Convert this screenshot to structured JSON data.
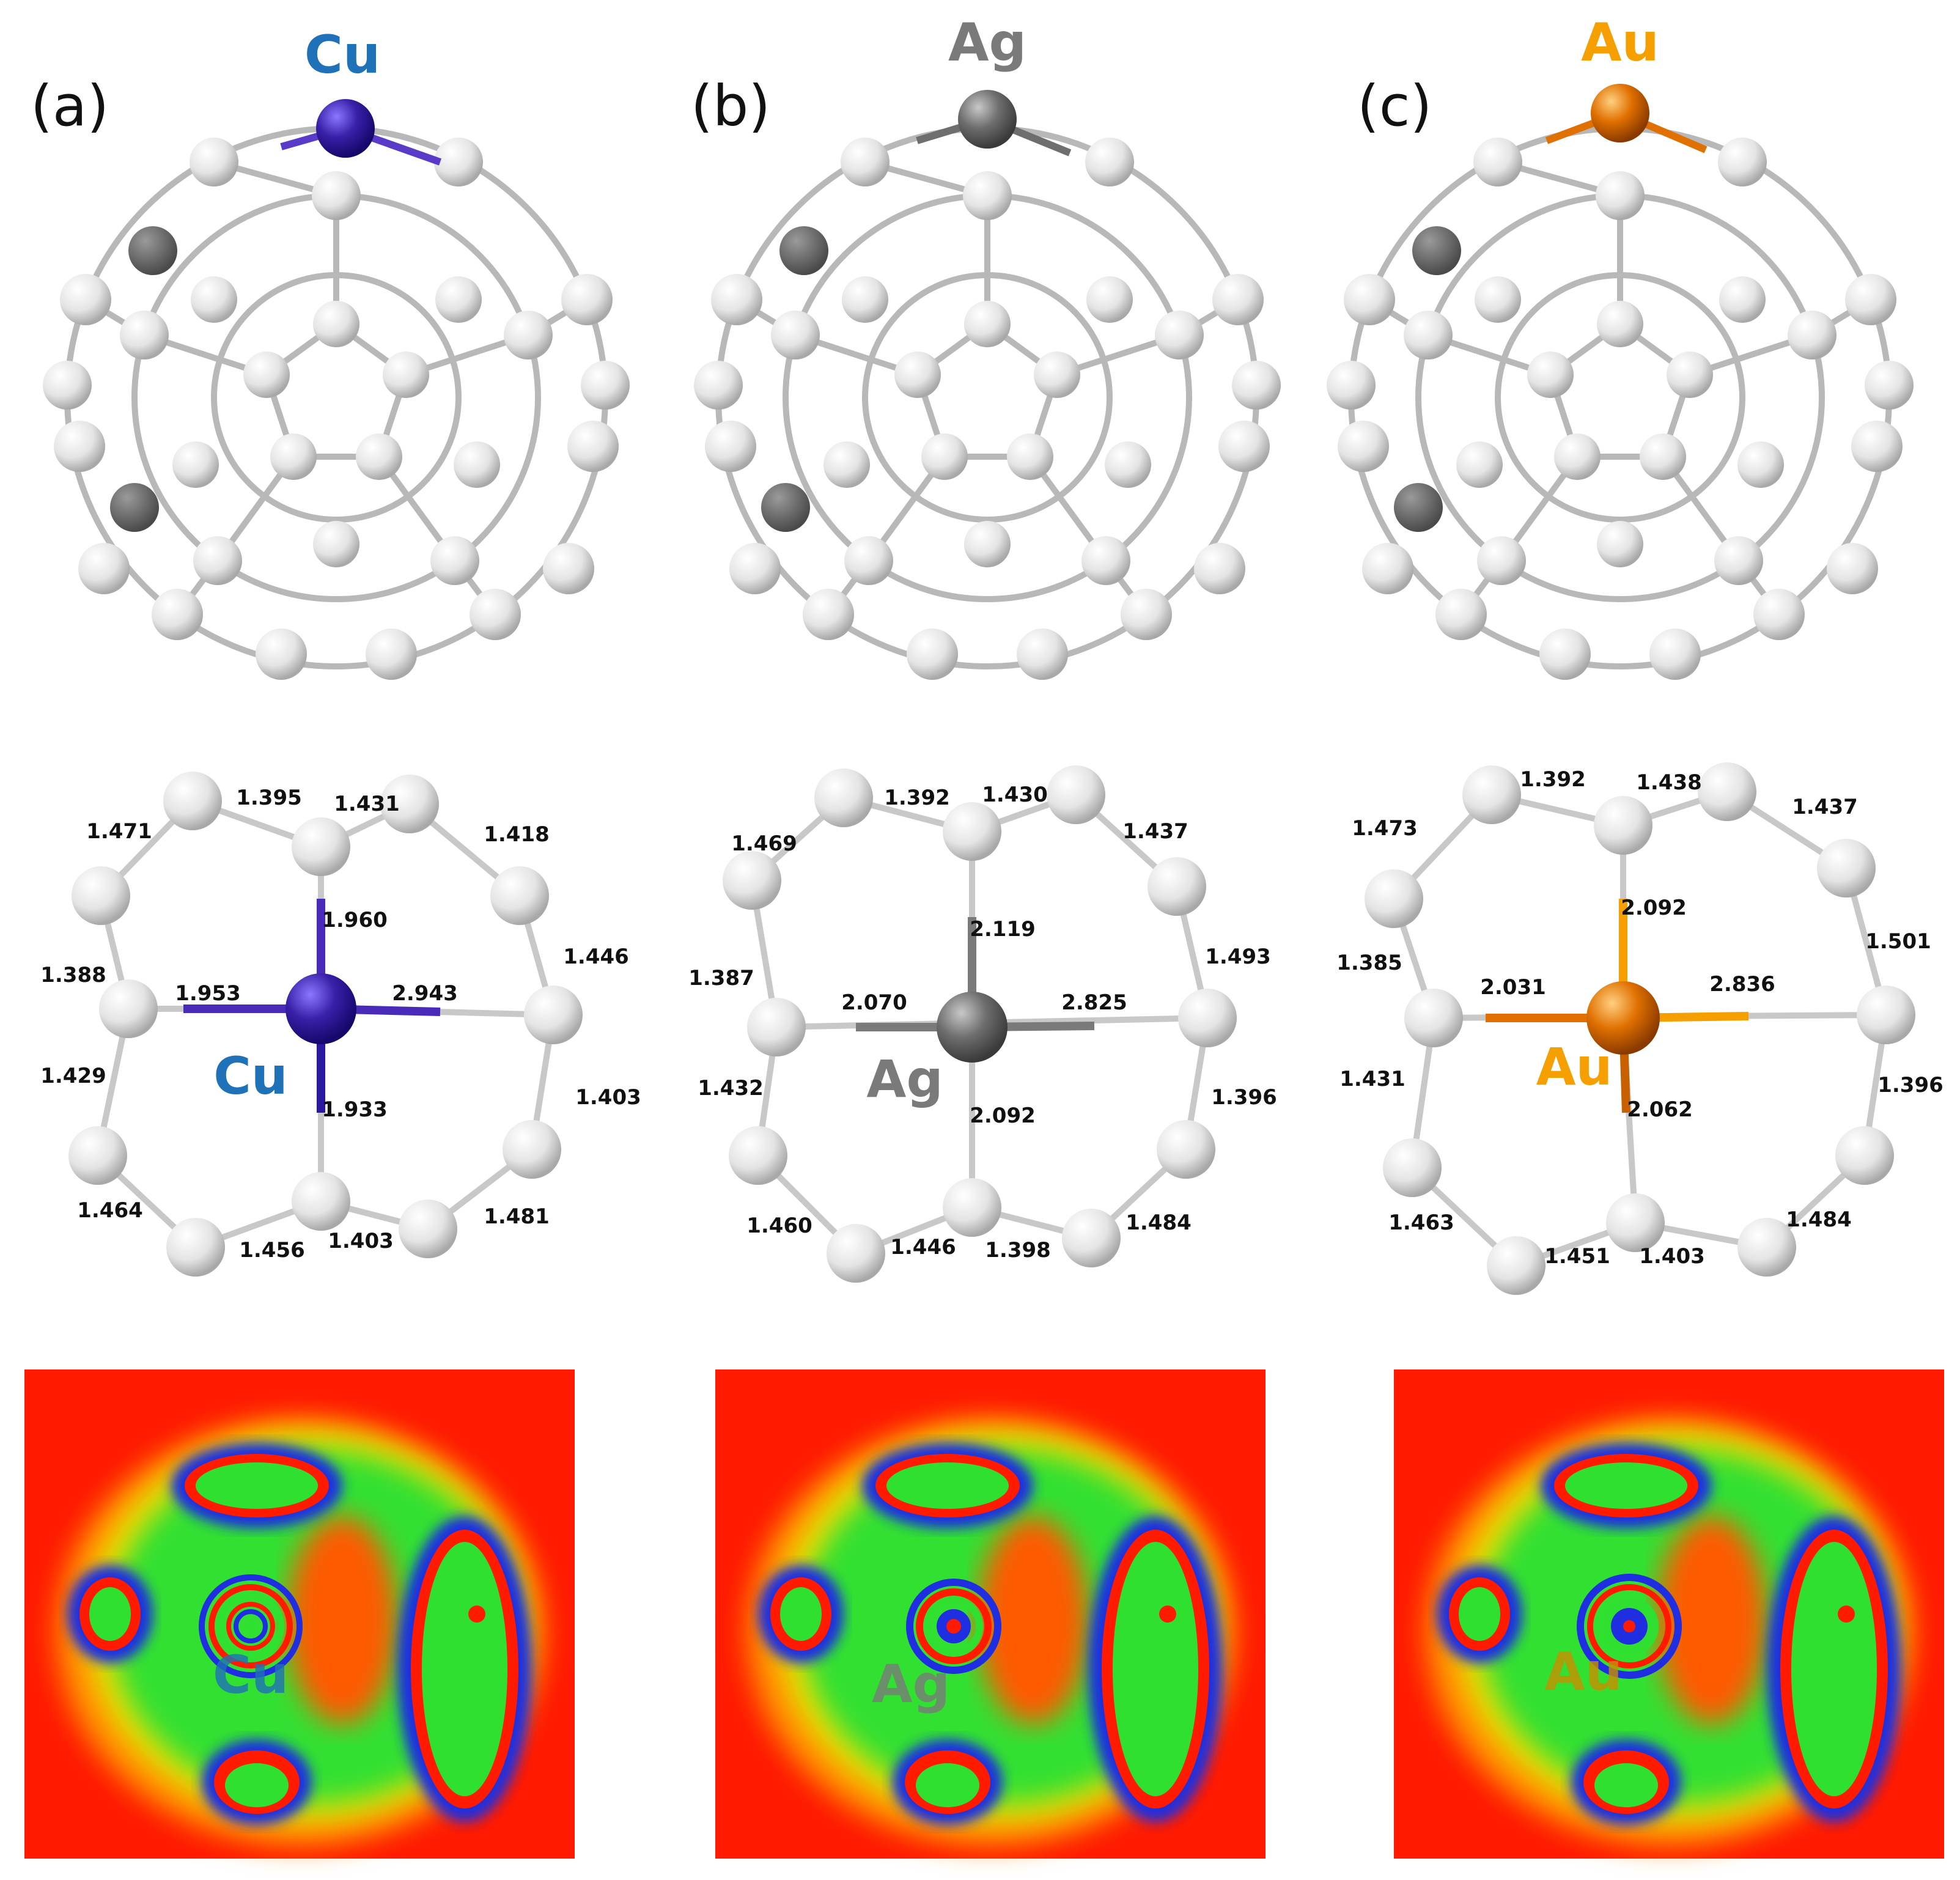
{
  "panels": [
    {
      "letter": "(a)",
      "metal": "Cu",
      "metal_color": "#1F72B8",
      "atom_color": "#3A1FA8",
      "bonds": {
        "top_left": "1.471",
        "top_mid_l": "1.395",
        "top_mid_r": "1.431",
        "top_right": "1.418",
        "metal_up": "1.960",
        "left_upper": "1.388",
        "right_upper": "1.446",
        "metal_left": "1.953",
        "metal_right": "2.943",
        "left_lower": "1.429",
        "metal_down": "1.933",
        "right_lower": "1.403",
        "bot_left": "1.464",
        "bot_mid_l": "1.456",
        "bot_mid_r": "1.403",
        "bot_right": "1.481"
      }
    },
    {
      "letter": "(b)",
      "metal": "Ag",
      "metal_color": "#7A7A7A",
      "atom_color": "#6E6E6E",
      "bonds": {
        "top_left": "1.469",
        "top_mid_l": "1.392",
        "top_mid_r": "1.430",
        "top_right": "1.437",
        "metal_up": "2.119",
        "left_upper": "1.387",
        "right_upper": "1.493",
        "metal_left": "2.070",
        "metal_right": "2.825",
        "left_lower": "1.432",
        "metal_down": "2.092",
        "right_lower": "1.396",
        "bot_left": "1.460",
        "bot_mid_l": "1.446",
        "bot_mid_r": "1.398",
        "bot_right": "1.484"
      }
    },
    {
      "letter": "(c)",
      "metal": "Au",
      "metal_color": "#F5A000",
      "atom_color": "#E07000",
      "bonds": {
        "top_left": "1.473",
        "top_mid_l": "1.392",
        "top_mid_r": "1.438",
        "top_right": "1.437",
        "metal_up": "2.092",
        "left_upper": "1.385",
        "right_upper": "1.501",
        "metal_left": "2.031",
        "metal_right": "2.836",
        "left_lower": "1.431",
        "metal_down": "2.062",
        "right_lower": "1.396",
        "bot_left": "1.463",
        "bot_mid_l": "1.451",
        "bot_mid_r": "1.403",
        "bot_right": "1.484"
      }
    }
  ],
  "colors": {
    "carbon": "#E8E8E8",
    "map_red": "#FF1A00",
    "map_green": "#1EE01E",
    "map_blue": "#1E2EE0"
  }
}
